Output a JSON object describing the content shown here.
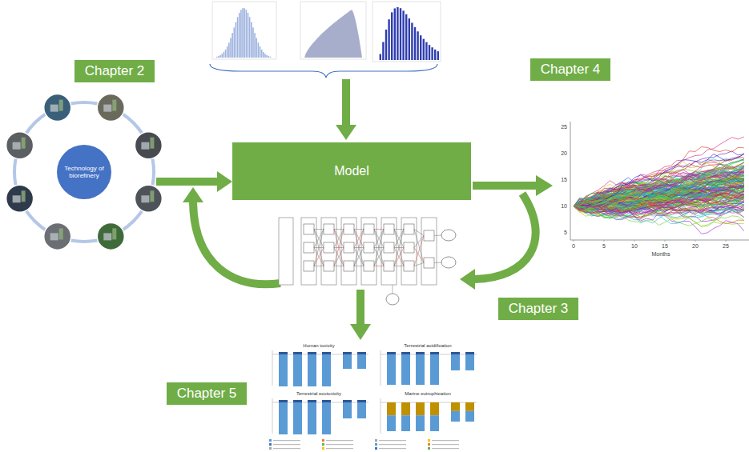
{
  "diagram": {
    "nodes": [
      {
        "text": [
          "Chapter 2"
        ]
      },
      {
        "text": [
          "Chapter 4"
        ]
      },
      {
        "text": [
          "Technology of biorefinery"
        ]
      },
      {
        "text": [
          "Model"
        ]
      },
      {
        "text": [
          "Chapter 3"
        ]
      },
      {
        "text": [
          "Chapter 5"
        ]
      }
    ],
    "edges": [
      {
        "from": 2,
        "to": 3,
        "arrow": "to"
      }
    ],
    "labels": [
      "Human toxicity",
      "Terrestrial acidification",
      "Terrestrial ecotoxicity",
      "Marine eutrophication",
      "25",
      "20",
      "15",
      "10",
      "5",
      "0",
      "5",
      "10",
      "15",
      "20",
      "25",
      "Months"
    ]
  }
}
